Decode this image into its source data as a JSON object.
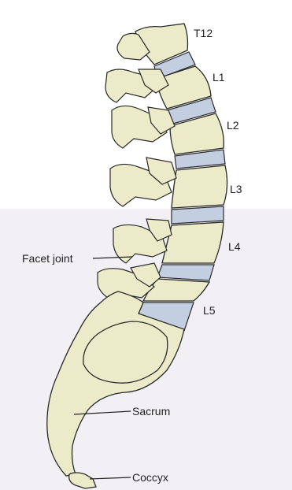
{
  "diagram": {
    "labels": {
      "t12": "T12",
      "l1": "L1",
      "l2": "L2",
      "l3": "L3",
      "l4": "L4",
      "l5": "L5",
      "facet_joint": "Facet joint",
      "sacrum": "Sacrum",
      "coccyx": "Coccyx"
    },
    "colors": {
      "bone": "#ebebc9",
      "bone_outline": "#2a2a2a",
      "disc": "#c3cfe0",
      "background_shade": "#f3f0f5"
    }
  }
}
